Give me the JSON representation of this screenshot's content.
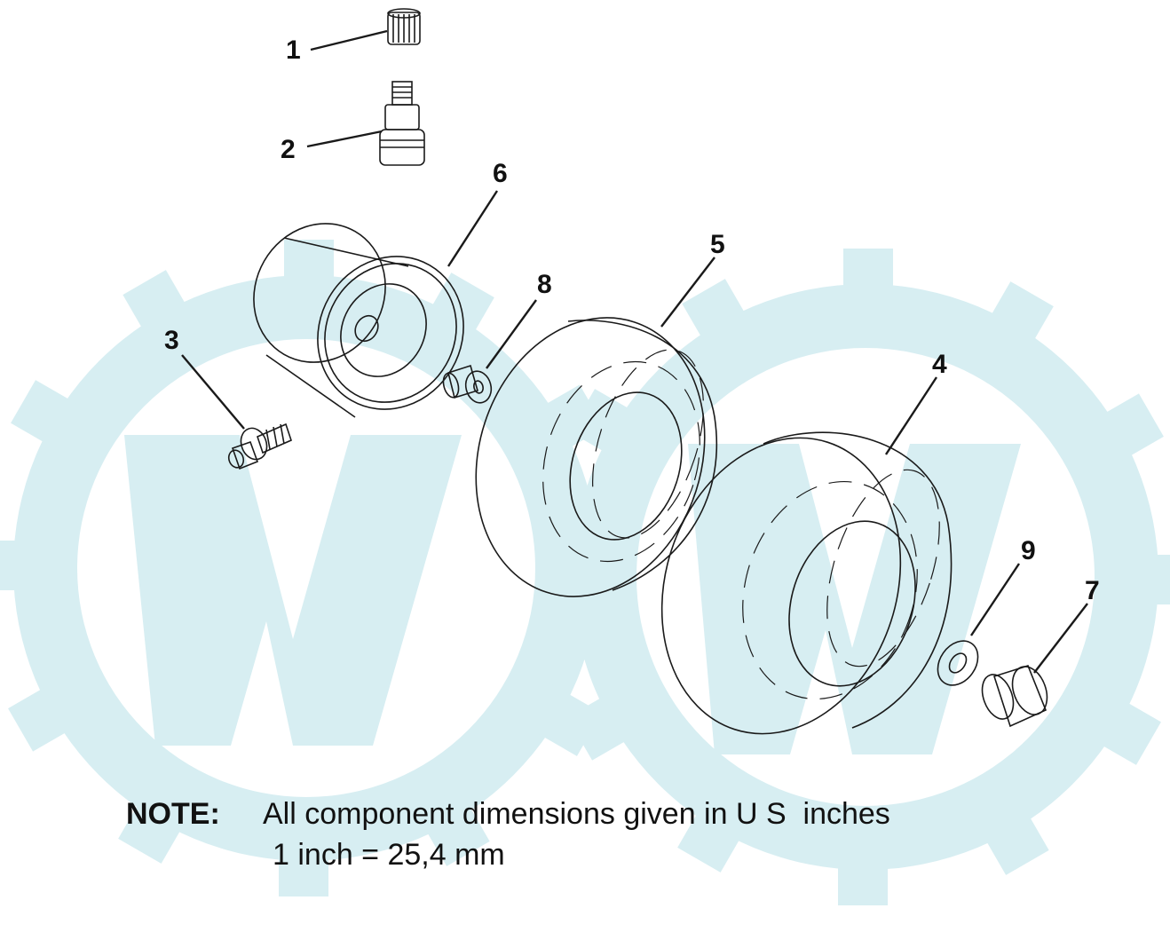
{
  "parts": [
    {
      "callout": "1",
      "icon": "valve-cap"
    },
    {
      "callout": "2",
      "icon": "valve-stem"
    },
    {
      "callout": "3",
      "icon": "grease-fitting"
    },
    {
      "callout": "4",
      "icon": "tire-outer"
    },
    {
      "callout": "5",
      "icon": "tire-inner"
    },
    {
      "callout": "6",
      "icon": "wheel-rim"
    },
    {
      "callout": "7",
      "icon": "bearing-bushing"
    },
    {
      "callout": "8",
      "icon": "flange-bushing"
    },
    {
      "callout": "9",
      "icon": "washer"
    }
  ],
  "note": {
    "title": "NOTE:",
    "line1": "All component dimensions given in U S  inches",
    "line2": "1 inch = 25,4 mm"
  },
  "colors": {
    "watermark": "#d7eef2",
    "ink": "#1a1a1a",
    "background": "#ffffff"
  }
}
